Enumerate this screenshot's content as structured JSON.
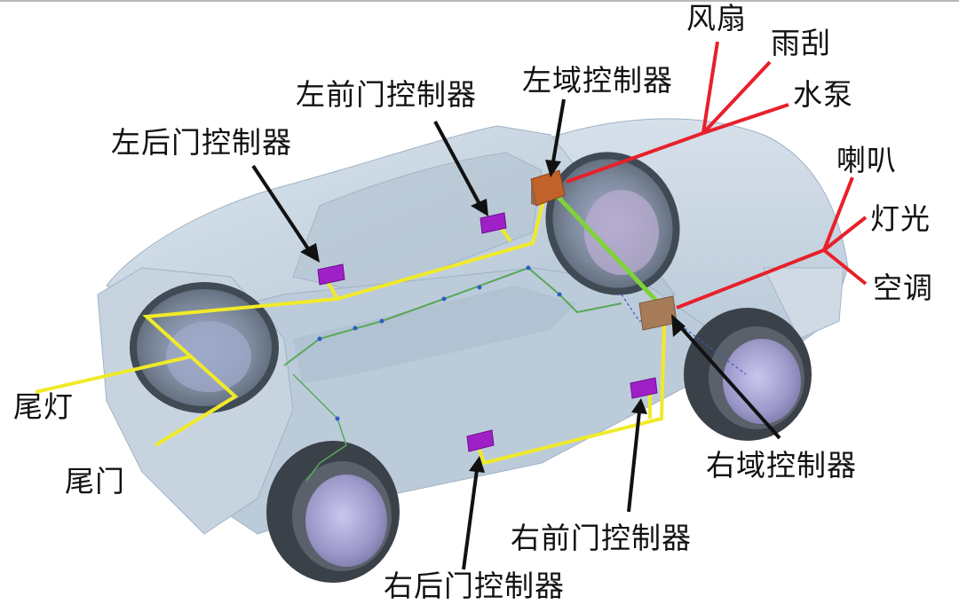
{
  "diagram": {
    "type": "zonal-electrical-architecture",
    "subject": "vehicle body (isometric, semi-transparent)",
    "colors": {
      "body": "#c9d6e3",
      "body_shade": "#a9bccd",
      "glass": "#b3c3d2",
      "tire": "#3b4149",
      "rim": "#9d9ccc",
      "trunk_wheel_well": "#55626f",
      "door_controller": "#a020c8",
      "left_zone_controller": "#c0622a",
      "right_zone_controller": "#a77b58",
      "yellow_harness": "#f0ea2a",
      "red_harness": "#e8202a",
      "green_backbone": "#7fd23a",
      "leader_arrow": "#111111",
      "wiring_detail": "#58a858"
    }
  },
  "labels": {
    "left_zone_controller": "左域控制器",
    "left_front_door_controller": "左前门控制器",
    "left_rear_door_controller": "左后门控制器",
    "right_zone_controller": "右域控制器",
    "right_front_door_controller": "右前门控制器",
    "right_rear_door_controller": "右后门控制器",
    "fan": "风扇",
    "wiper": "雨刮",
    "water_pump": "水泵",
    "horn": "喇叭",
    "lights": "灯光",
    "air_conditioning": "空调",
    "tail_light": "尾灯",
    "tailgate": "尾门"
  },
  "connections": {
    "left_zone_controller": [
      "风扇",
      "雨刮",
      "水泵",
      "左前门控制器",
      "左后门控制器",
      "尾灯",
      "尾门"
    ],
    "right_zone_controller": [
      "喇叭",
      "灯光",
      "空调",
      "右前门控制器",
      "右后门控制器"
    ],
    "backbone": [
      "左域控制器",
      "右域控制器"
    ]
  }
}
